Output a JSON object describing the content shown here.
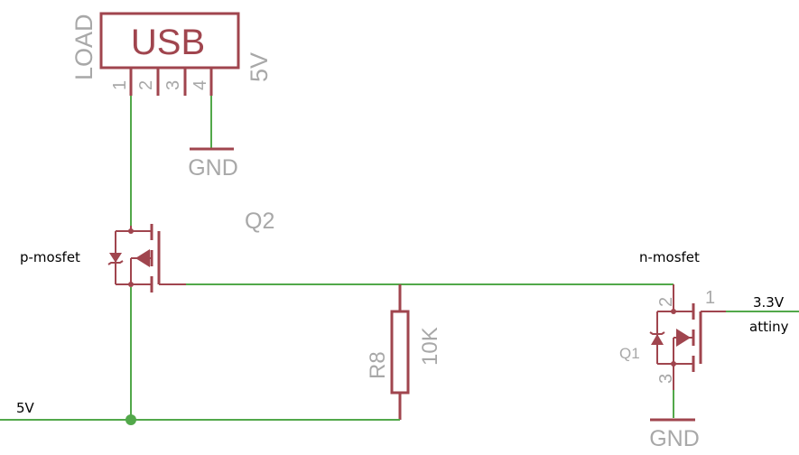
{
  "labels": {
    "usb_title": "USB",
    "usb_name": "LOAD",
    "usb_value": "5V",
    "usb_pin1": "1",
    "usb_pin2": "2",
    "usb_pin3": "3",
    "usb_pin4": "4",
    "gnd_top": "GND",
    "gnd_bottom": "GND",
    "q2_name": "Q2",
    "pmos_label": "p-mosfet",
    "nmos_label": "n-mosfet",
    "r8_name": "R8",
    "r8_value": "10K",
    "q1_name": "Q1",
    "q1_pin1": "1",
    "q1_pin2": "2",
    "q1_pin3": "3",
    "net_5v": "5V",
    "net_3v3": "3.3V",
    "net_attiny": "attiny"
  },
  "colors": {
    "symbol": "#a0454e",
    "wire": "#52a84a",
    "label_gray": "#a8a8a8",
    "label_black": "#000000"
  }
}
